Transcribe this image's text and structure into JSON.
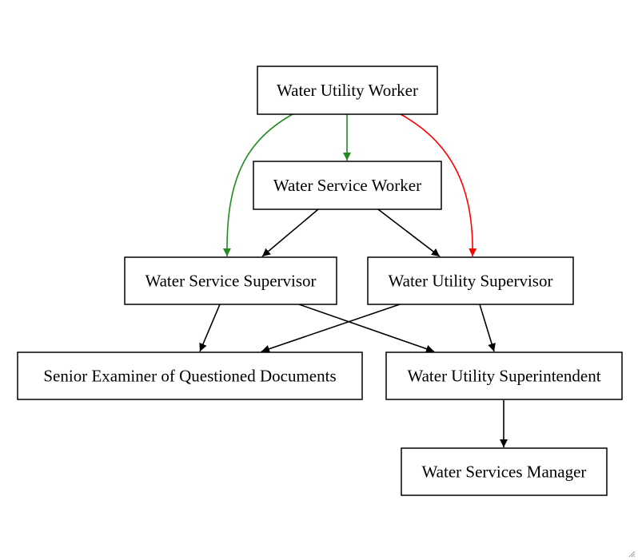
{
  "diagram": {
    "nodes": {
      "water_utility_worker": "Water Utility Worker",
      "water_service_worker": "Water Service Worker",
      "water_service_supervisor": "Water Service Supervisor",
      "water_utility_supervisor": "Water Utility Supervisor",
      "senior_examiner": "Senior Examiner of Questioned Documents",
      "water_utility_superintendent": "Water Utility Superintendent",
      "water_services_manager": "Water Services Manager"
    },
    "edges": [
      {
        "from": "Water Utility Worker",
        "to": "Water Service Worker",
        "color": "#228b22"
      },
      {
        "from": "Water Utility Worker",
        "to": "Water Service Supervisor",
        "color": "#228b22"
      },
      {
        "from": "Water Utility Worker",
        "to": "Water Utility Supervisor",
        "color": "#ff0000"
      },
      {
        "from": "Water Service Worker",
        "to": "Water Service Supervisor",
        "color": "#000000"
      },
      {
        "from": "Water Service Worker",
        "to": "Water Utility Supervisor",
        "color": "#000000"
      },
      {
        "from": "Water Service Supervisor",
        "to": "Senior Examiner of Questioned Documents",
        "color": "#000000"
      },
      {
        "from": "Water Service Supervisor",
        "to": "Water Utility Superintendent",
        "color": "#000000"
      },
      {
        "from": "Water Utility Supervisor",
        "to": "Senior Examiner of Questioned Documents",
        "color": "#000000"
      },
      {
        "from": "Water Utility Supervisor",
        "to": "Water Utility Superintendent",
        "color": "#000000"
      },
      {
        "from": "Water Utility Superintendent",
        "to": "Water Services Manager",
        "color": "#000000"
      }
    ],
    "colors": {
      "green_edge": "#228b22",
      "red_edge": "#ff0000",
      "black_edge": "#000000"
    }
  }
}
